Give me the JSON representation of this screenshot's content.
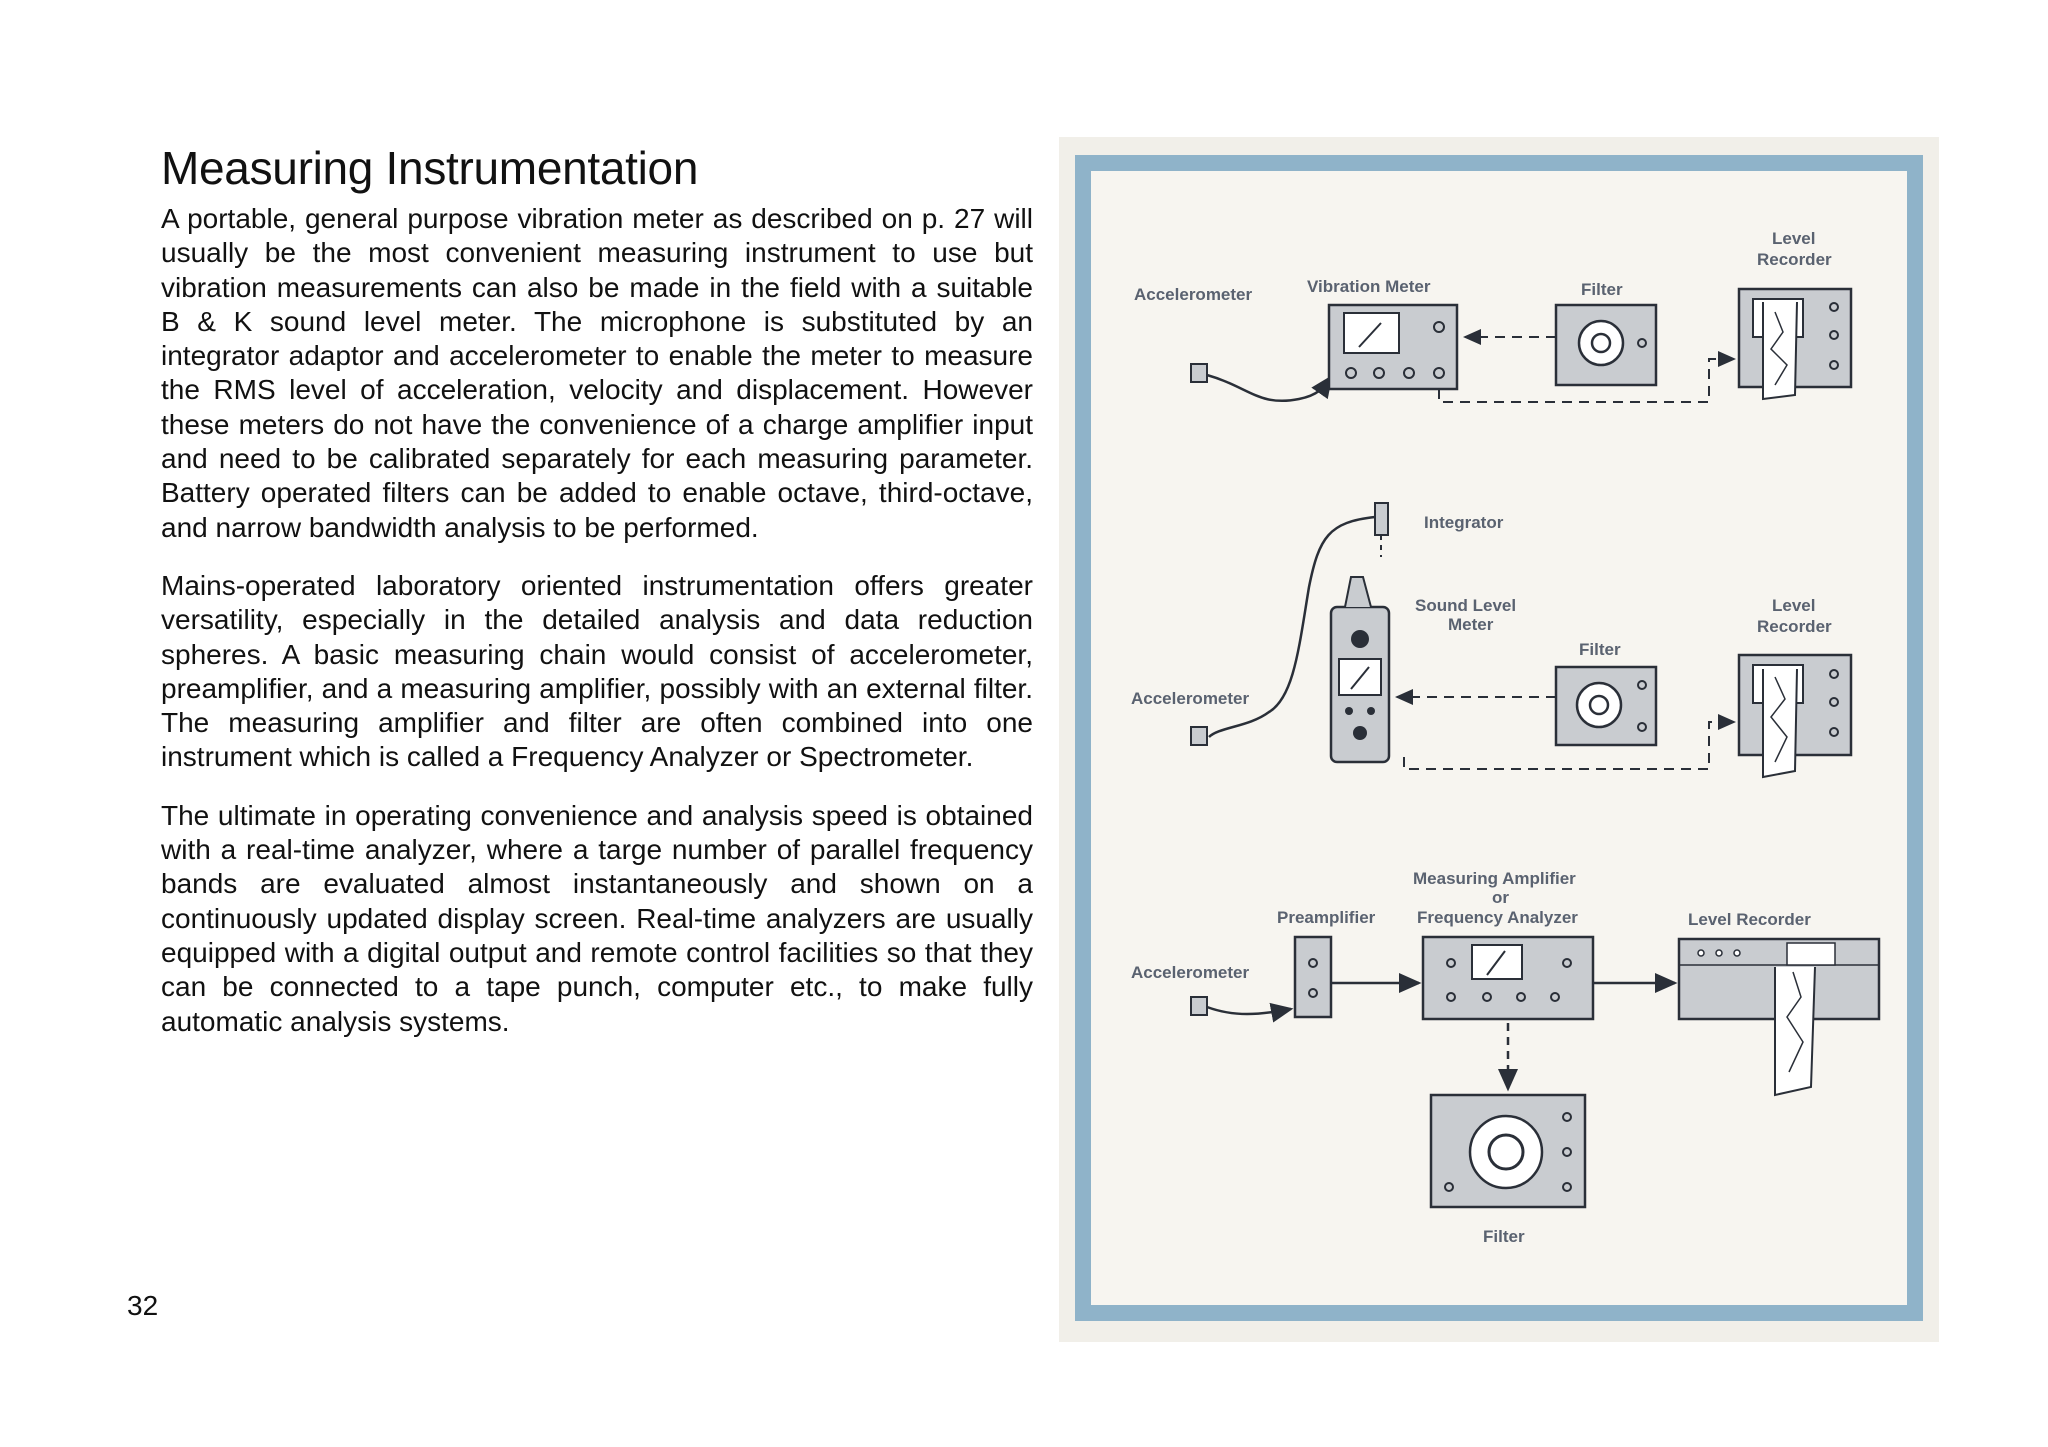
{
  "page": {
    "title": "Measuring Instrumentation",
    "page_number": "32",
    "paragraphs": [
      "A portable, general purpose vibration meter as described on p. 27 will usually be the most convenient measuring instrument to use but vibration measurements can also be made in the field with a suitable B & K sound level meter. The microphone is substituted by an integrator adaptor and accelerometer to enable the meter to measure the RMS level of acceleration, velocity and displacement. However these meters do not have the convenience of a charge amplifier input and need to be calibrated separately for each measuring parameter. Battery operated filters can be added to enable octave, third-octave, and narrow bandwidth analysis to be performed.",
      "Mains-operated laboratory oriented instrumentation offers greater versatility, especially in the detailed analysis and data reduction spheres. A basic measuring chain would consist of accelerometer, preamplifier, and a measuring amplifier, possibly with an external filter. The measuring amplifier and filter are often combined into one instrument which is called a Frequency Analyzer or Spectrometer.",
      "The ultimate in operating convenience and analysis speed is obtained with a real-time analyzer, where a targe number of parallel frequency bands are evaluated almost instantaneously and shown on a continuously updated display screen. Real-time analyzers are usually equipped with a digital output and remote control facilities so that they can be connected to a tape punch, computer etc., to make fully automatic analysis systems."
    ]
  },
  "figure": {
    "frame_color": "#8fb3c9",
    "device_color": "#c9ccd0",
    "diagram1": {
      "accelerometer": "Accelerometer",
      "vibration_meter": "Vibration Meter",
      "filter": "Filter",
      "level_recorder_line1": "Level",
      "level_recorder_line2": "Recorder"
    },
    "diagram2": {
      "integrator": "Integrator",
      "sound_level_meter_line1": "Sound Level",
      "sound_level_meter_line2": "Meter",
      "accelerometer": "Accelerometer",
      "filter": "Filter",
      "level_recorder_line1": "Level",
      "level_recorder_line2": "Recorder"
    },
    "diagram3": {
      "measuring_amplifier_line1": "Measuring Amplifier",
      "measuring_amplifier_line2": "or",
      "measuring_amplifier_line3": "Frequency Analyzer",
      "preamplifier": "Preamplifier",
      "level_recorder": "Level Recorder",
      "accelerometer": "Accelerometer",
      "filter": "Filter"
    }
  }
}
